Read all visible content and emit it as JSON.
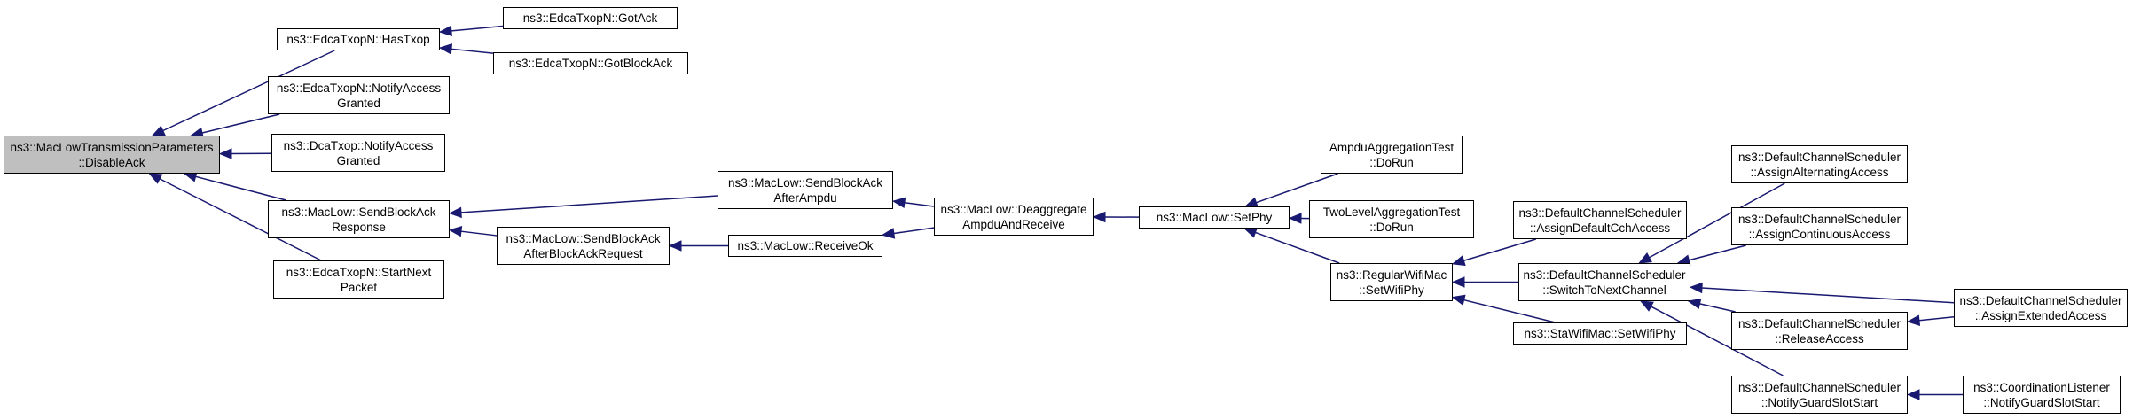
{
  "nodes": {
    "root": "ns3::MacLowTransmissionParameters\n::DisableAck",
    "has_txop": "ns3::EdcaTxopN::HasTxop",
    "got_ack": "ns3::EdcaTxopN::GotAck",
    "got_block_ack": "ns3::EdcaTxopN::GotBlockAck",
    "edca_notify_access": "ns3::EdcaTxopN::NotifyAccess\nGranted",
    "dca_notify_access": "ns3::DcaTxop::NotifyAccess\nGranted",
    "send_block_ack_response": "ns3::MacLow::SendBlockAck\nResponse",
    "start_next_packet": "ns3::EdcaTxopN::StartNext\nPacket",
    "send_block_ack_after_ampdu": "ns3::MacLow::SendBlockAck\nAfterAmpdu",
    "send_block_ack_after_request": "ns3::MacLow::SendBlockAck\nAfterBlockAckRequest",
    "receive_ok": "ns3::MacLow::ReceiveOk",
    "deaggregate": "ns3::MacLow::Deaggregate\nAmpduAndReceive",
    "set_phy": "ns3::MacLow::SetPhy",
    "ampdu_test": "AmpduAggregationTest\n::DoRun",
    "two_level_test": "TwoLevelAggregationTest\n::DoRun",
    "regular_set_wifi_phy": "ns3::RegularWifiMac\n::SetWifiPhy",
    "sta_set_wifi_phy": "ns3::StaWifiMac::SetWifiPhy",
    "assign_default_cch": "ns3::DefaultChannelScheduler\n::AssignDefaultCchAccess",
    "switch_to_next": "ns3::DefaultChannelScheduler\n::SwitchToNextChannel",
    "assign_alternating": "ns3::DefaultChannelScheduler\n::AssignAlternatingAccess",
    "assign_continuous": "ns3::DefaultChannelScheduler\n::AssignContinuousAccess",
    "release_access": "ns3::DefaultChannelScheduler\n::ReleaseAccess",
    "notify_guard_slot": "ns3::DefaultChannelScheduler\n::NotifyGuardSlotStart",
    "assign_extended": "ns3::DefaultChannelScheduler\n::AssignExtendedAccess",
    "coord_notify_guard": "ns3::CoordinationListener\n::NotifyGuardSlotStart"
  },
  "edges": [
    [
      "has_txop",
      "root"
    ],
    [
      "edca_notify_access",
      "root"
    ],
    [
      "dca_notify_access",
      "root"
    ],
    [
      "send_block_ack_response",
      "root"
    ],
    [
      "start_next_packet",
      "root"
    ],
    [
      "got_ack",
      "has_txop"
    ],
    [
      "got_block_ack",
      "has_txop"
    ],
    [
      "send_block_ack_after_ampdu",
      "send_block_ack_response"
    ],
    [
      "send_block_ack_after_request",
      "send_block_ack_response"
    ],
    [
      "deaggregate",
      "send_block_ack_after_ampdu"
    ],
    [
      "receive_ok",
      "send_block_ack_after_request"
    ],
    [
      "deaggregate",
      "receive_ok"
    ],
    [
      "set_phy",
      "deaggregate"
    ],
    [
      "ampdu_test",
      "set_phy"
    ],
    [
      "two_level_test",
      "set_phy"
    ],
    [
      "regular_set_wifi_phy",
      "set_phy"
    ],
    [
      "assign_default_cch",
      "regular_set_wifi_phy"
    ],
    [
      "switch_to_next",
      "regular_set_wifi_phy"
    ],
    [
      "sta_set_wifi_phy",
      "regular_set_wifi_phy"
    ],
    [
      "assign_alternating",
      "switch_to_next"
    ],
    [
      "assign_continuous",
      "switch_to_next"
    ],
    [
      "assign_extended",
      "switch_to_next"
    ],
    [
      "release_access",
      "switch_to_next"
    ],
    [
      "notify_guard_slot",
      "switch_to_next"
    ],
    [
      "assign_extended",
      "release_access"
    ],
    [
      "coord_notify_guard",
      "notify_guard_slot"
    ]
  ],
  "colors": {
    "edge": "#191970",
    "root_fill": "#bfbfbf",
    "node_fill": "#ffffff",
    "border": "#000000"
  }
}
